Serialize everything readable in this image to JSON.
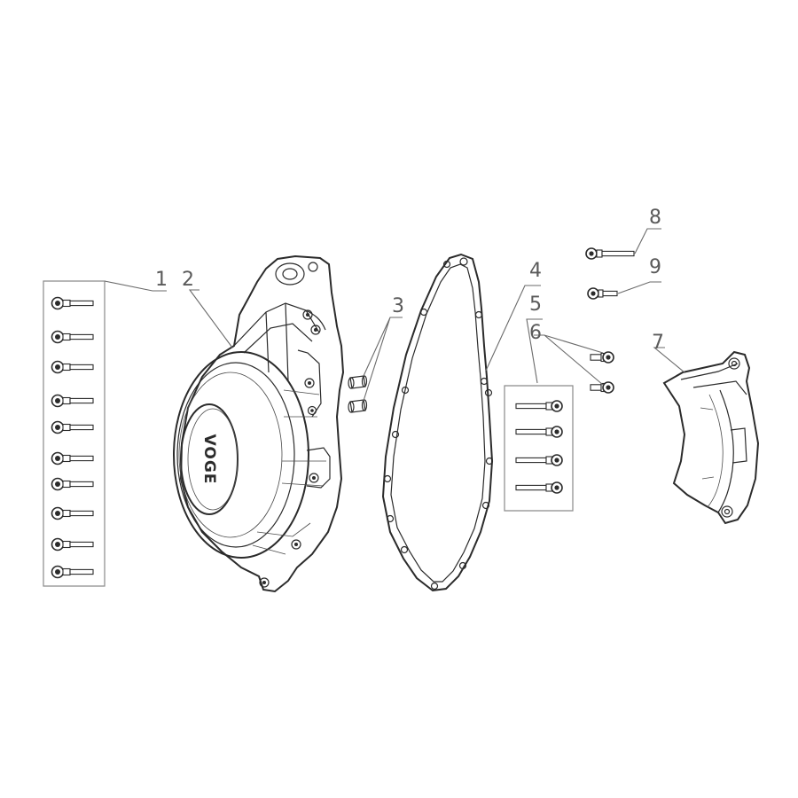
{
  "callouts": {
    "c1": "1",
    "c2": "2",
    "c3": "3",
    "c4": "4",
    "c5": "5",
    "c6": "6",
    "c7": "7",
    "c8": "8",
    "c9": "9"
  },
  "cover_logo": "VOGE",
  "colors": {
    "line": "#2b2b2b",
    "label": "#5a5a5a",
    "background": "#ffffff"
  }
}
